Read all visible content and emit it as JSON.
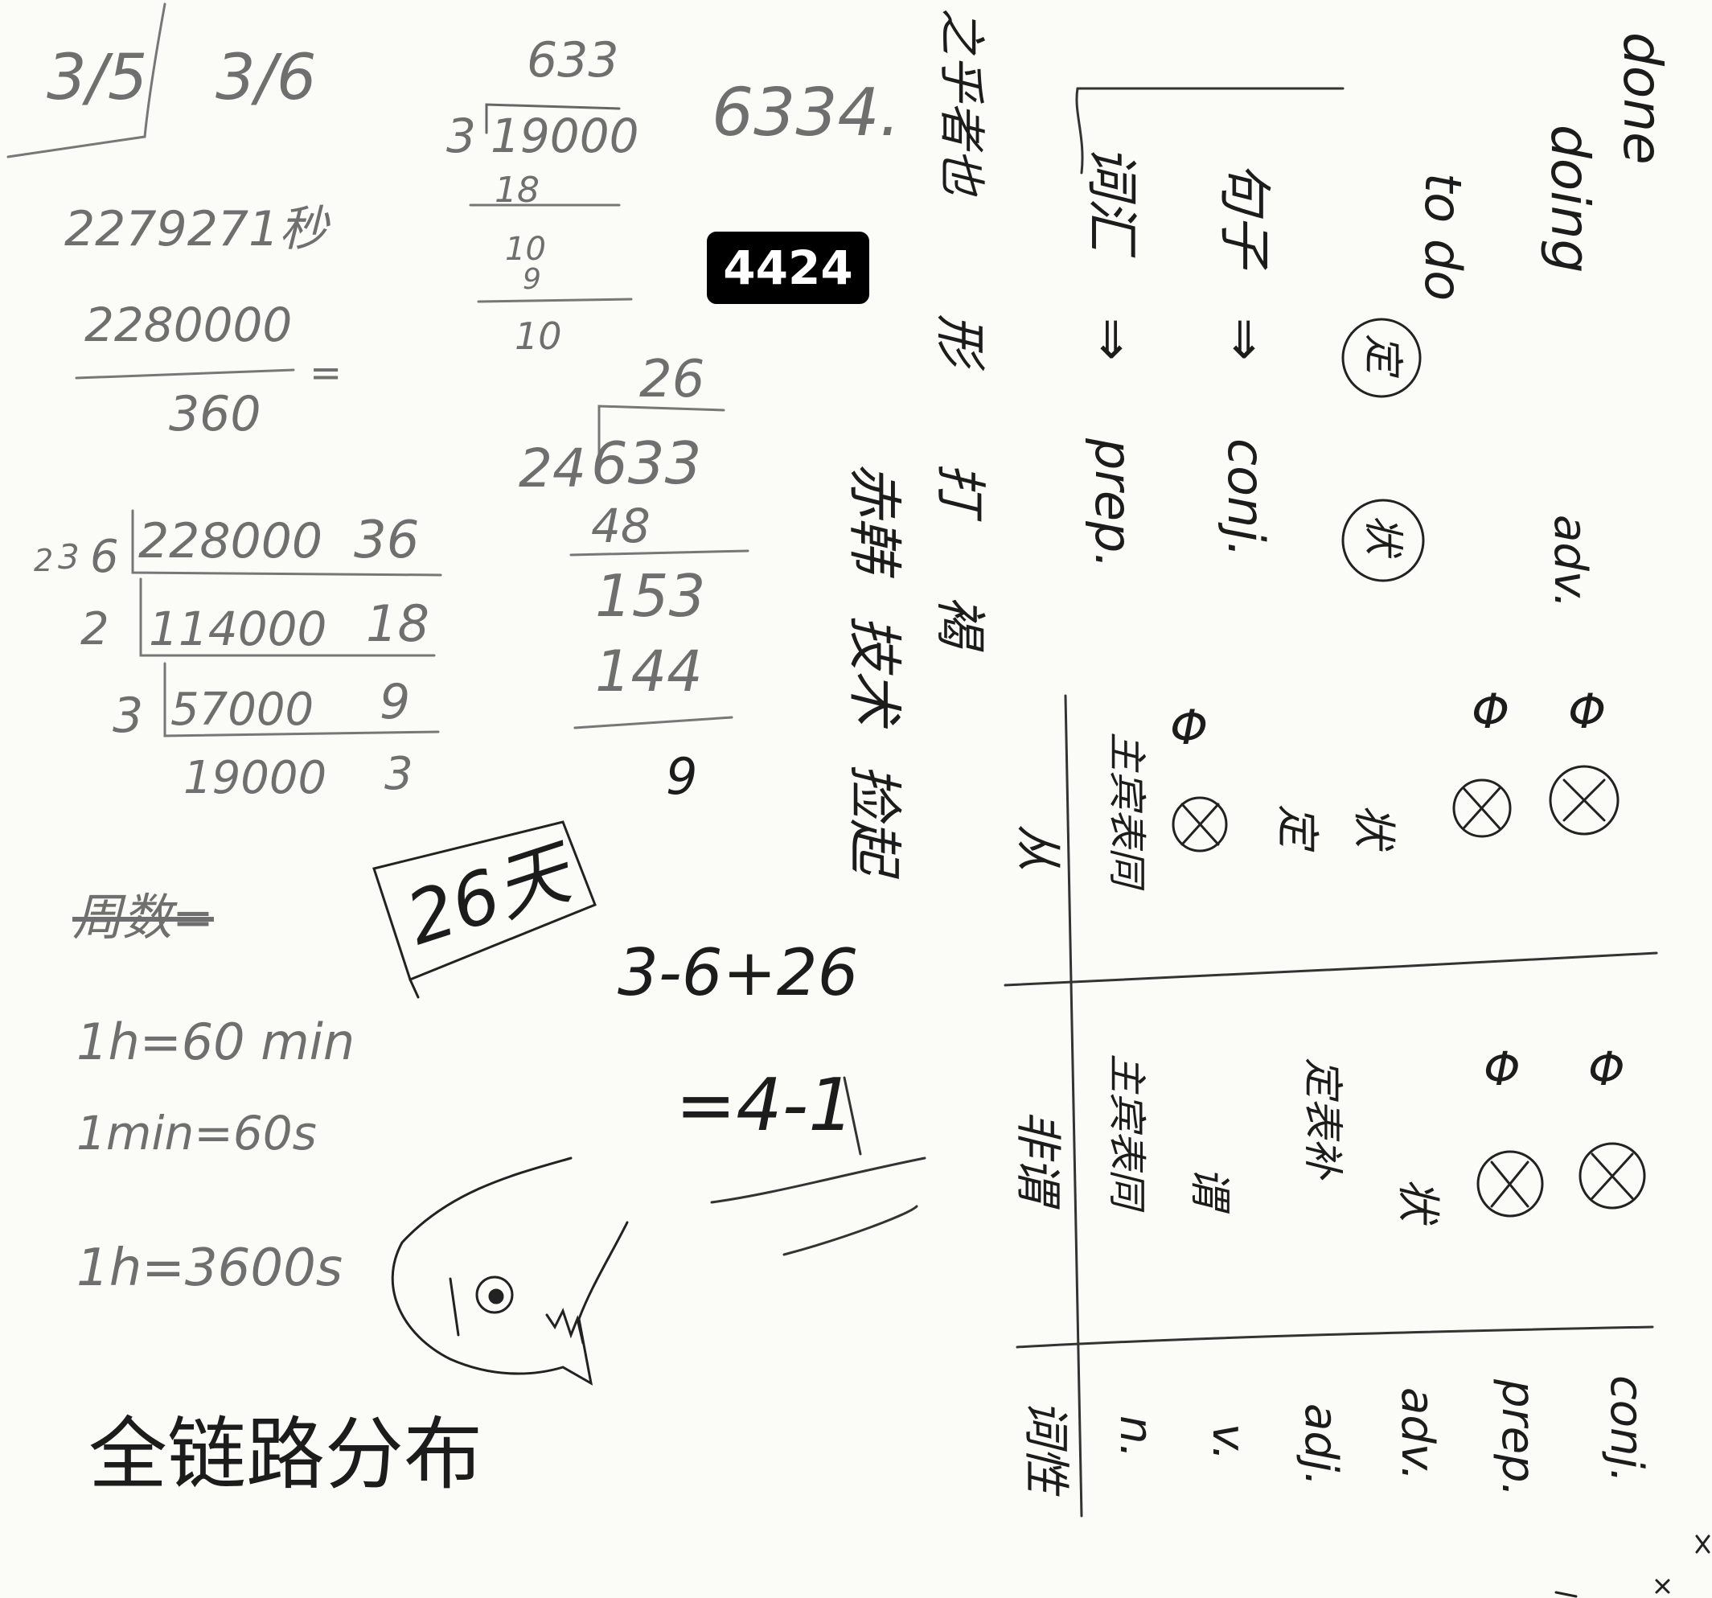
{
  "badge": "4424",
  "left": {
    "date1": "3/5",
    "date2": "3/6",
    "seconds": "2279271秒",
    "numerator": "2280000",
    "denominator": "360",
    "equals": "=",
    "ladder": {
      "divisors": [
        "2",
        "3",
        "6"
      ],
      "left_values": [
        "228000",
        "114000",
        "57000",
        "19000"
      ],
      "right_values": [
        "36",
        "18",
        "9",
        "3"
      ],
      "side_divisors": [
        "2",
        "3"
      ]
    },
    "struck": "周数=",
    "formulas": [
      "1h=60 min",
      "1min=60s",
      "1h=3600s"
    ],
    "bottom_text": "全链路分布"
  },
  "middle": {
    "div1": {
      "quotient": "633",
      "divisor": "3",
      "dividend": "19000",
      "steps": [
        "18",
        "10",
        "9",
        "10"
      ]
    },
    "result": "6334.",
    "div2": {
      "quotient": "26",
      "divisor": "24",
      "dividend": "633",
      "steps": [
        "48",
        "153",
        "144",
        "9"
      ]
    },
    "days_box": "26天",
    "expr": "3-6+26",
    "eq": "=4-1"
  },
  "right": {
    "verticals": {
      "col1": [
        "捡起",
        "技术",
        "赤韩"
      ],
      "col2": [
        "之乎者也",
        "形",
        "打",
        "褐"
      ],
      "col3": [
        "词汇",
        "⇒",
        "prep."
      ],
      "col4": [
        "句子",
        "⇒",
        "conj."
      ],
      "col5": [
        "to do",
        "定",
        "状"
      ],
      "col6": [
        "doing",
        "done",
        "adv."
      ]
    },
    "table": {
      "col_head1": "从",
      "col_head2": "非谓",
      "col_head3": "词性",
      "row1_label": "主宾表同",
      "row1_items": [
        "定",
        "状"
      ],
      "row2_label": "主宾表同",
      "row2_sub": "谓",
      "row2_items": [
        "定表补",
        "状"
      ],
      "pos": [
        "n.",
        "v.",
        "adj.",
        "adv.",
        "prep.",
        "conj."
      ],
      "marks": [
        "⊗",
        "Φ"
      ]
    }
  }
}
